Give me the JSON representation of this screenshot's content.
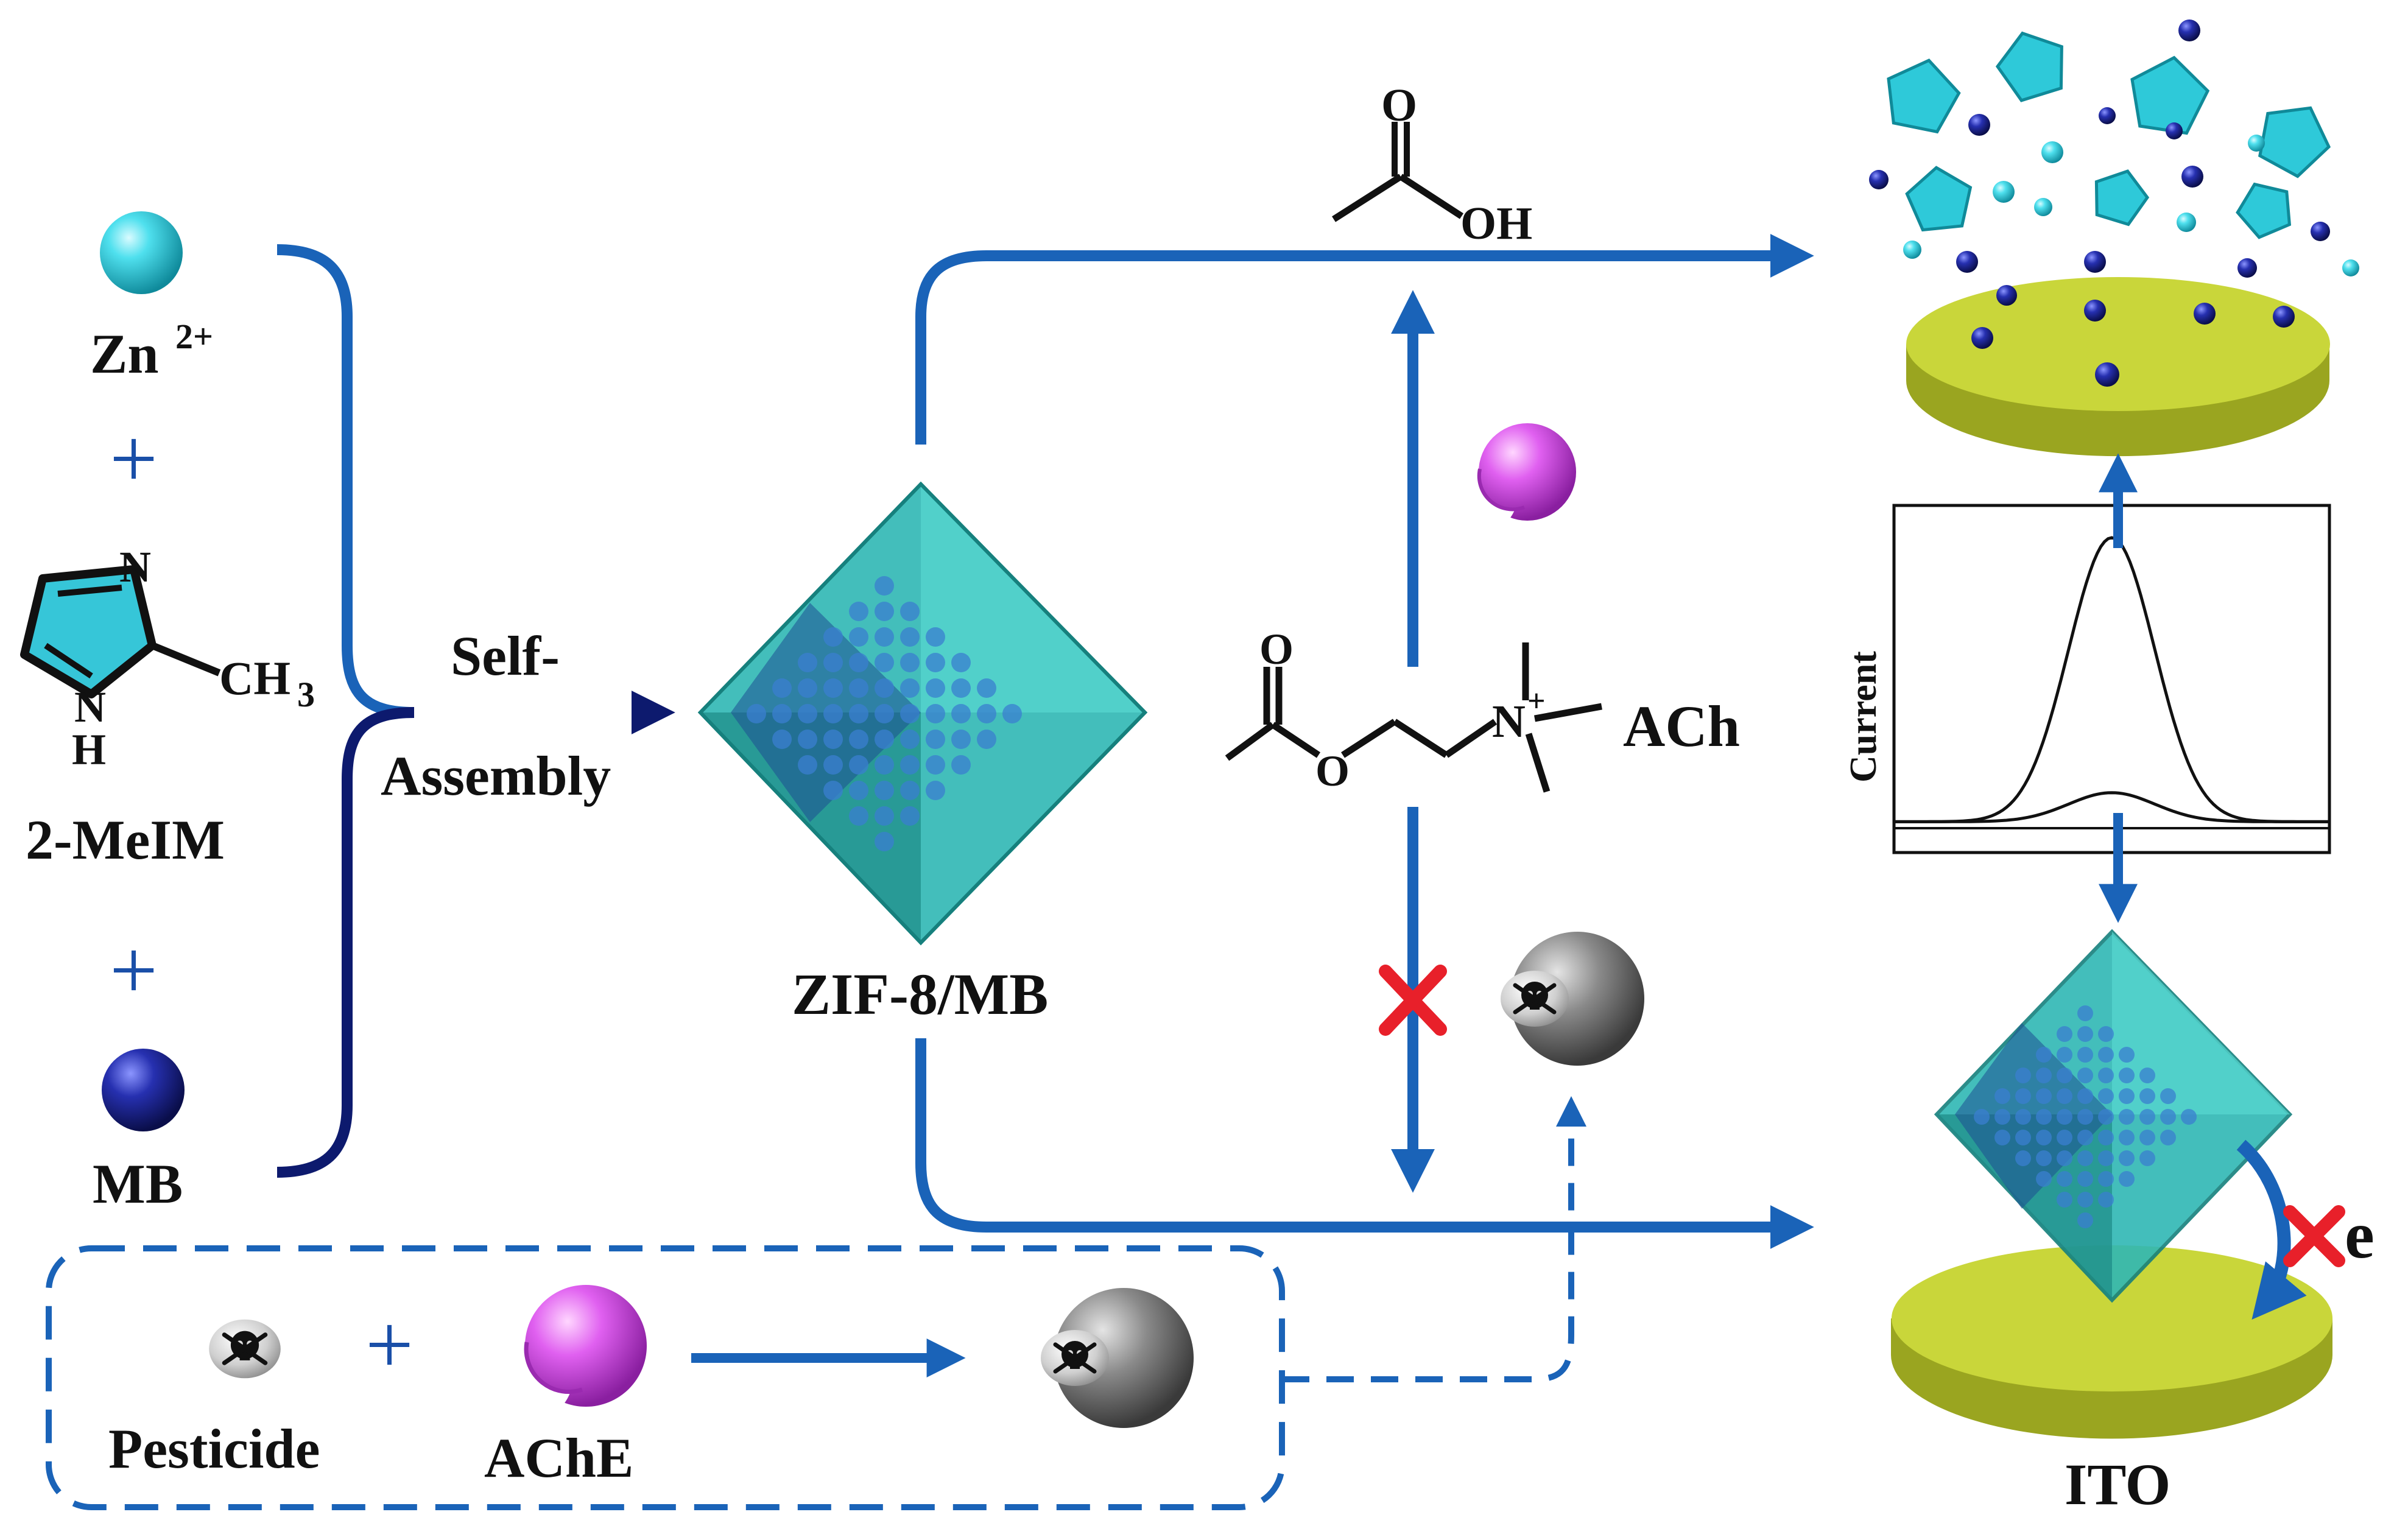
{
  "labels": {
    "zn": "Zn",
    "zn_charge": "2+",
    "plus_1": "+",
    "atom_n_top": "N",
    "atom_n_bottom": "N",
    "atom_h": "H",
    "methyl": "CH",
    "methyl_sub": "3",
    "melim": "2-MeIM",
    "plus_2": "+",
    "mb": "MB",
    "self": "Self-",
    "assembly": "Assembly",
    "zif": "ZIF-8/MB",
    "acid_o": "O",
    "acid_oh": "OH",
    "ach_o_top": "O",
    "ach_o_ester": "O",
    "ach_n": "N",
    "ach_n_charge": "+",
    "ach": "ACh",
    "current": "Current",
    "electron": "e",
    "ito": "ITO",
    "plus_3": "+",
    "pesticide": "Pesticide",
    "ache": "AChE"
  },
  "colors": {
    "arrow_blue": "#1a63b8",
    "arrow_navy": "#0d1a6e",
    "zn_cyan": "#2ec9d9",
    "mb_navy": "#1a1f8f",
    "ache_magenta": "#d24fe0",
    "electrode_yellow": "#c9d63a",
    "crystal_teal": "#38bdb8",
    "inhibit_red": "#e8202a",
    "pesticide_gray": "#777777"
  },
  "icons": [
    "zn-ion-sphere",
    "mb-sphere",
    "imidazole-ring",
    "zif8-crystal",
    "ache-enzyme",
    "pesticide-skull",
    "inhibited-enzyme",
    "ito-electrode",
    "red-x-icon"
  ],
  "chart_data": {
    "type": "line",
    "title": "",
    "xlabel": "",
    "ylabel": "Current",
    "grid": false,
    "series": [
      {
        "x": [
          0,
          0.1,
          0.2,
          0.3,
          0.4,
          0.5,
          0.6,
          0.7,
          0.8,
          0.9,
          1.0
        ],
        "values": [
          0.02,
          0.05,
          0.12,
          0.35,
          0.72,
          0.9,
          0.72,
          0.35,
          0.12,
          0.05,
          0.02
        ]
      },
      {
        "x": [
          0,
          0.1,
          0.2,
          0.3,
          0.4,
          0.5,
          0.6,
          0.7,
          0.8,
          0.9,
          1.0
        ],
        "values": [
          0.02,
          0.03,
          0.04,
          0.06,
          0.09,
          0.11,
          0.09,
          0.06,
          0.04,
          0.03,
          0.02
        ]
      }
    ]
  }
}
